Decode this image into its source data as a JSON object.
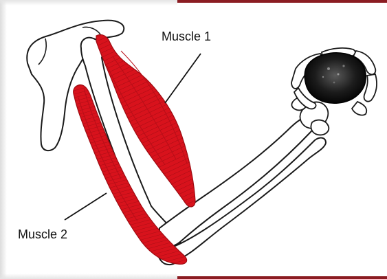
{
  "labels": {
    "muscle_1": "Muscle 1",
    "muscle_2": "Muscle 2"
  },
  "colors": {
    "muscle": "#d8121c",
    "muscle_dark": "#9e0c12",
    "bone_outline": "#1a1a1a",
    "bone_fill": "#ffffff",
    "object": "#111111",
    "accent_band": "#8b1c22"
  },
  "icons": {
    "held_object": "stone"
  }
}
